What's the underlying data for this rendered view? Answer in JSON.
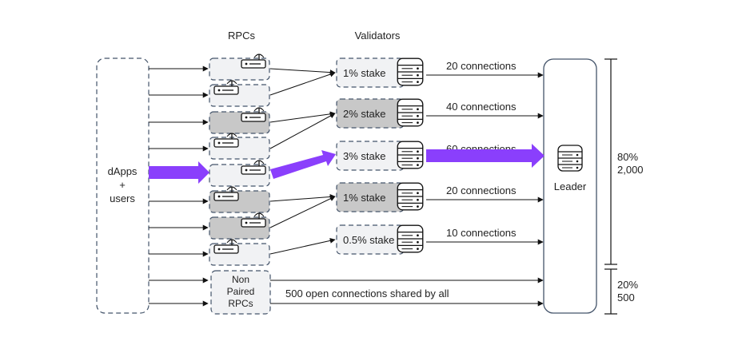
{
  "headers": {
    "rpcs": "RPCs",
    "validators": "Validators"
  },
  "source": {
    "line1": "dApps",
    "line2": "+",
    "line3": "users"
  },
  "validators": [
    {
      "stake": "1% stake",
      "connections": "20 connections",
      "shaded": false
    },
    {
      "stake": "2% stake",
      "connections": "40 connections",
      "shaded": true
    },
    {
      "stake": "3% stake",
      "connections": "60 connections",
      "shaded": false
    },
    {
      "stake": "1% stake",
      "connections": "20 connections",
      "shaded": true
    },
    {
      "stake": "0.5% stake",
      "connections": "10 connections",
      "shaded": false
    }
  ],
  "rpcs": [
    {
      "shaded": false
    },
    {
      "shaded": false
    },
    {
      "shaded": true
    },
    {
      "shaded": false
    },
    {
      "shaded": false
    },
    {
      "shaded": true
    },
    {
      "shaded": true
    },
    {
      "shaded": false
    }
  ],
  "non_paired": {
    "line1": "Non",
    "line2": "Paired",
    "line3": "RPCs"
  },
  "shared_label": "500 open connections shared by all",
  "leader": "Leader",
  "brackets": {
    "top": {
      "pct": "80%",
      "count": "2,000"
    },
    "bottom": {
      "pct": "20%",
      "count": "500"
    }
  },
  "colors": {
    "highlight": "#8a3ffc",
    "shaded": "#c8c8c8",
    "light": "#f1f2f4",
    "border": "#44546a"
  }
}
